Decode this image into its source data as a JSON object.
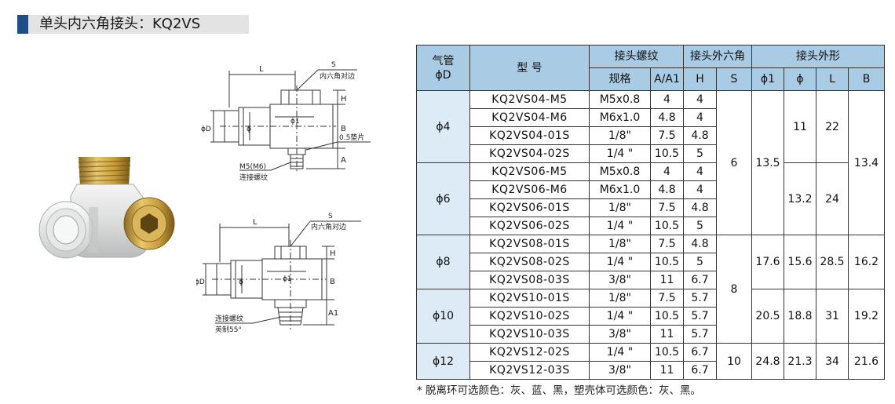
{
  "title": "单头内六角接头：KQ2VS",
  "drawing_top": {
    "label_L": "L",
    "label_S": "S",
    "label_hex": "内六角对边",
    "label_phiD": "ϕD",
    "label_phi": "ϕ",
    "label_phi1": "ϕ1",
    "label_H": "H",
    "label_B": "B",
    "label_A": "A",
    "label_gasket": "0.5垫片",
    "label_thread_size": "M5(M6)",
    "label_thread": "连接螺纹"
  },
  "drawing_bottom": {
    "label_L": "L",
    "label_S": "S",
    "label_hex": "内六角对边",
    "label_phiD": "ϕD",
    "label_phi": "ϕ",
    "label_phi1": "ϕ1",
    "label_H": "H",
    "label_B": "B",
    "label_A1": "A1",
    "label_thread": "连接螺纹",
    "label_thread_std": "英制55°"
  },
  "table": {
    "headers": {
      "tube_line1": "气管",
      "tube_line2": "ϕD",
      "model": "型  号",
      "thread": "接头螺纹",
      "hex": "接头外六角",
      "shape": "接头外形",
      "spec": "规格",
      "a_a1": "A/A1",
      "h": "H",
      "s": "S",
      "phi1": "ϕ1",
      "phi": "ϕ",
      "l": "L",
      "b": "B"
    },
    "groups": [
      "ϕ4",
      "ϕ6",
      "ϕ8",
      "ϕ10",
      "ϕ12"
    ],
    "rows": [
      {
        "model": "KQ2VS04-M5",
        "spec": "M5x0.8",
        "a": "4",
        "h": "4"
      },
      {
        "model": "KQ2VS04-M6",
        "spec": "M6x1.0",
        "a": "4.8",
        "h": "4"
      },
      {
        "model": "KQ2VS04-01S",
        "spec": "1/8\"",
        "a": "7.5",
        "h": "4.8"
      },
      {
        "model": "KQ2VS04-02S",
        "spec": "1/4 \"",
        "a": "10.5",
        "h": "5"
      },
      {
        "model": "KQ2VS06-M5",
        "spec": "M5x0.8",
        "a": "4",
        "h": "4"
      },
      {
        "model": "KQ2VS06-M6",
        "spec": "M6x1.0",
        "a": "4.8",
        "h": "4"
      },
      {
        "model": "KQ2VS06-01S",
        "spec": "1/8\"",
        "a": "7.5",
        "h": "4.8"
      },
      {
        "model": "KQ2VS06-02S",
        "spec": "1/4 \"",
        "a": "10.5",
        "h": "5"
      },
      {
        "model": "KQ2VS08-01S",
        "spec": "1/8\"",
        "a": "7.5",
        "h": "4.8"
      },
      {
        "model": "KQ2VS08-02S",
        "spec": "1/4 \"",
        "a": "10.5",
        "h": "5"
      },
      {
        "model": "KQ2VS08-03S",
        "spec": "3/8\"",
        "a": "11",
        "h": "6.7"
      },
      {
        "model": "KQ2VS10-01S",
        "spec": "1/8\"",
        "a": "7.5",
        "h": "5.7"
      },
      {
        "model": "KQ2VS10-02S",
        "spec": "1/4 \"",
        "a": "10.5",
        "h": "5.7"
      },
      {
        "model": "KQ2VS10-03S",
        "spec": "3/8\"",
        "a": "11",
        "h": "5.7"
      },
      {
        "model": "KQ2VS12-02S",
        "spec": "1/4 \"",
        "a": "10.5",
        "h": "6.7"
      },
      {
        "model": "KQ2VS12-03S",
        "spec": "3/8\"",
        "a": "11",
        "h": "6.7"
      }
    ],
    "s_values": [
      "6",
      "8",
      "10"
    ],
    "phi1_values": [
      "13.5",
      "17.6",
      "20.5",
      "24.8"
    ],
    "phi_values": [
      "11",
      "13.2",
      "15.6",
      "18.8",
      "21.3"
    ],
    "l_values": [
      "22",
      "24",
      "28.5",
      "31",
      "34"
    ],
    "b_values": [
      "13.4",
      "16.2",
      "19.2",
      "21.6"
    ]
  },
  "note": "* 脱离环可选颜色：灰、蓝、黑，塑壳体可选颜色：灰、黑。"
}
